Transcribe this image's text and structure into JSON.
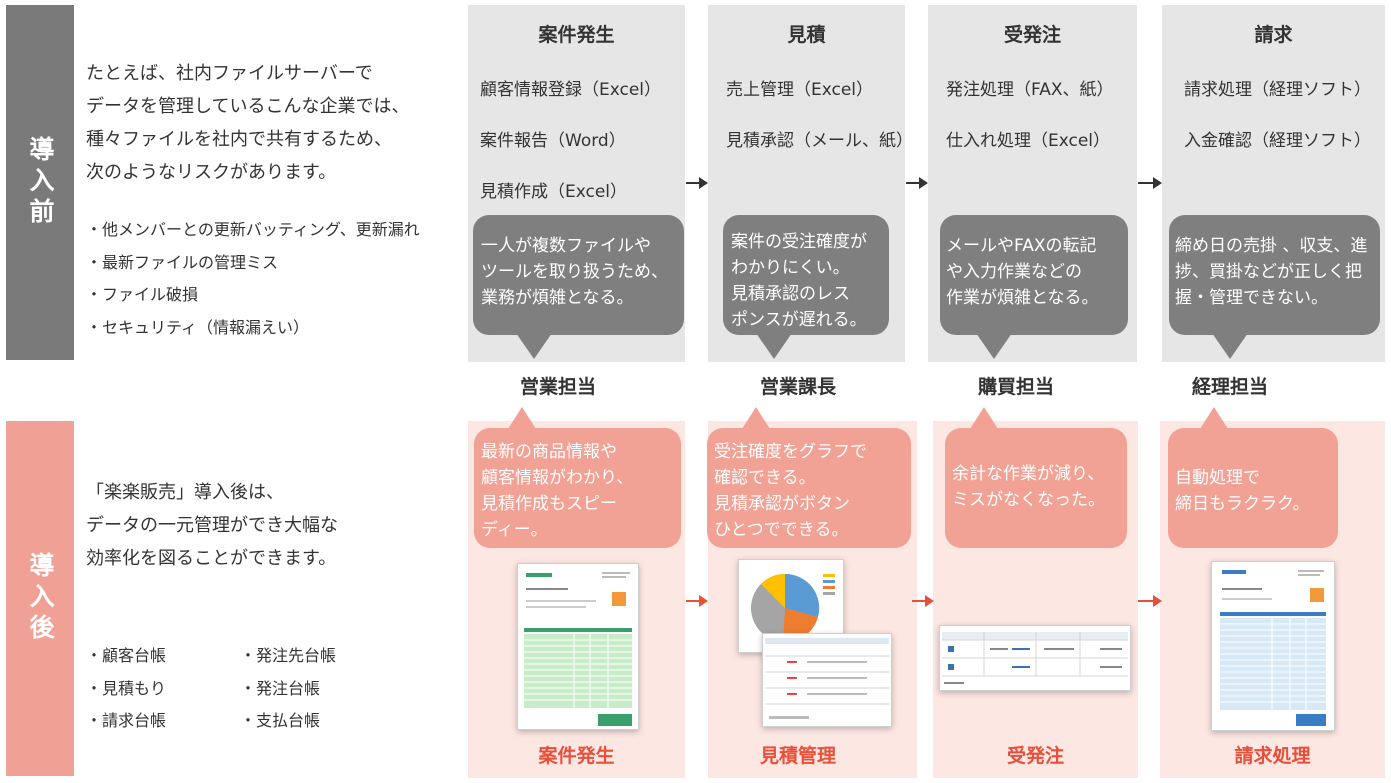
{
  "sidebar": {
    "before_label": "導入前",
    "after_label": "導入後"
  },
  "before": {
    "intro": [
      "たとえば、社内ファイルサーバーで",
      "データを管理しているこんな企業では、",
      "種々ファイルを社内で共有するため、",
      "次のようなリスクがあります。"
    ],
    "risks": [
      "・他メンバーとの更新バッティング、更新漏れ",
      "・最新ファイルの管理ミス",
      "・ファイル破損",
      "・セキュリティ（情報漏えい）"
    ],
    "columns": [
      {
        "title": "案件発生",
        "tasks": [
          "顧客情報登録（Excel）",
          "案件報告（Word）",
          "見積作成（Excel）"
        ],
        "issue": [
          "一人が複数ファイルや",
          "ツールを取り扱うため、",
          "業務が煩雑となる。"
        ],
        "role": "営業担当"
      },
      {
        "title": "見積",
        "tasks": [
          "売上管理（Excel）",
          "見積承認（メール、紙）"
        ],
        "issue": [
          "案件の受注確度が",
          "わかりにくい。",
          "見積承認のレス",
          "ポンスが遅れる。"
        ],
        "role": "営業課長"
      },
      {
        "title": "受発注",
        "tasks": [
          "発注処理（FAX、紙）",
          "仕入れ処理（Excel）"
        ],
        "issue": [
          "メールやFAXの転記",
          "や入力作業などの",
          "作業が煩雑となる。"
        ],
        "role": "購買担当"
      },
      {
        "title": "請求",
        "tasks": [
          "請求処理（経理ソフト）",
          "入金確認（経理ソフト）"
        ],
        "issue": [
          "締め日の売掛 、収支、進",
          "捗、買掛などが正しく把",
          "握・管理できない。"
        ],
        "role": "経理担当"
      }
    ]
  },
  "after": {
    "intro": [
      "「楽楽販売」導入後は、",
      "データの一元管理ができ大幅な",
      "効率化を図ることができます。"
    ],
    "ledgers_left": [
      "・顧客台帳",
      "・見積もり",
      "・請求台帳"
    ],
    "ledgers_right": [
      "・発注先台帳",
      "・発注台帳",
      "・支払台帳"
    ],
    "columns": [
      {
        "benefit": [
          "最新の商品情報や",
          "顧客情報がわかり、",
          "見積作成もスピー",
          "ディー。"
        ],
        "label": "案件発生"
      },
      {
        "benefit": [
          "受注確度をグラフで",
          "確認できる。",
          "見積承認がボタン",
          "ひとつでできる。"
        ],
        "label": "見積管理"
      },
      {
        "benefit": [
          "余計な作業が減り、",
          "ミスがなくなった。"
        ],
        "label": "受発注"
      },
      {
        "benefit": [
          "自動処理で",
          "締日もラクラク。"
        ],
        "label": "請求処理"
      }
    ]
  },
  "colors": {
    "before_band": "#7a7a7a",
    "after_band": "#f0a095",
    "before_column": "#e6e6e6",
    "after_column": "#fde7e3",
    "gray_bubble": "#7f7f7f",
    "pink_bubble": "#f2a195",
    "accent_red": "#e8503a"
  }
}
